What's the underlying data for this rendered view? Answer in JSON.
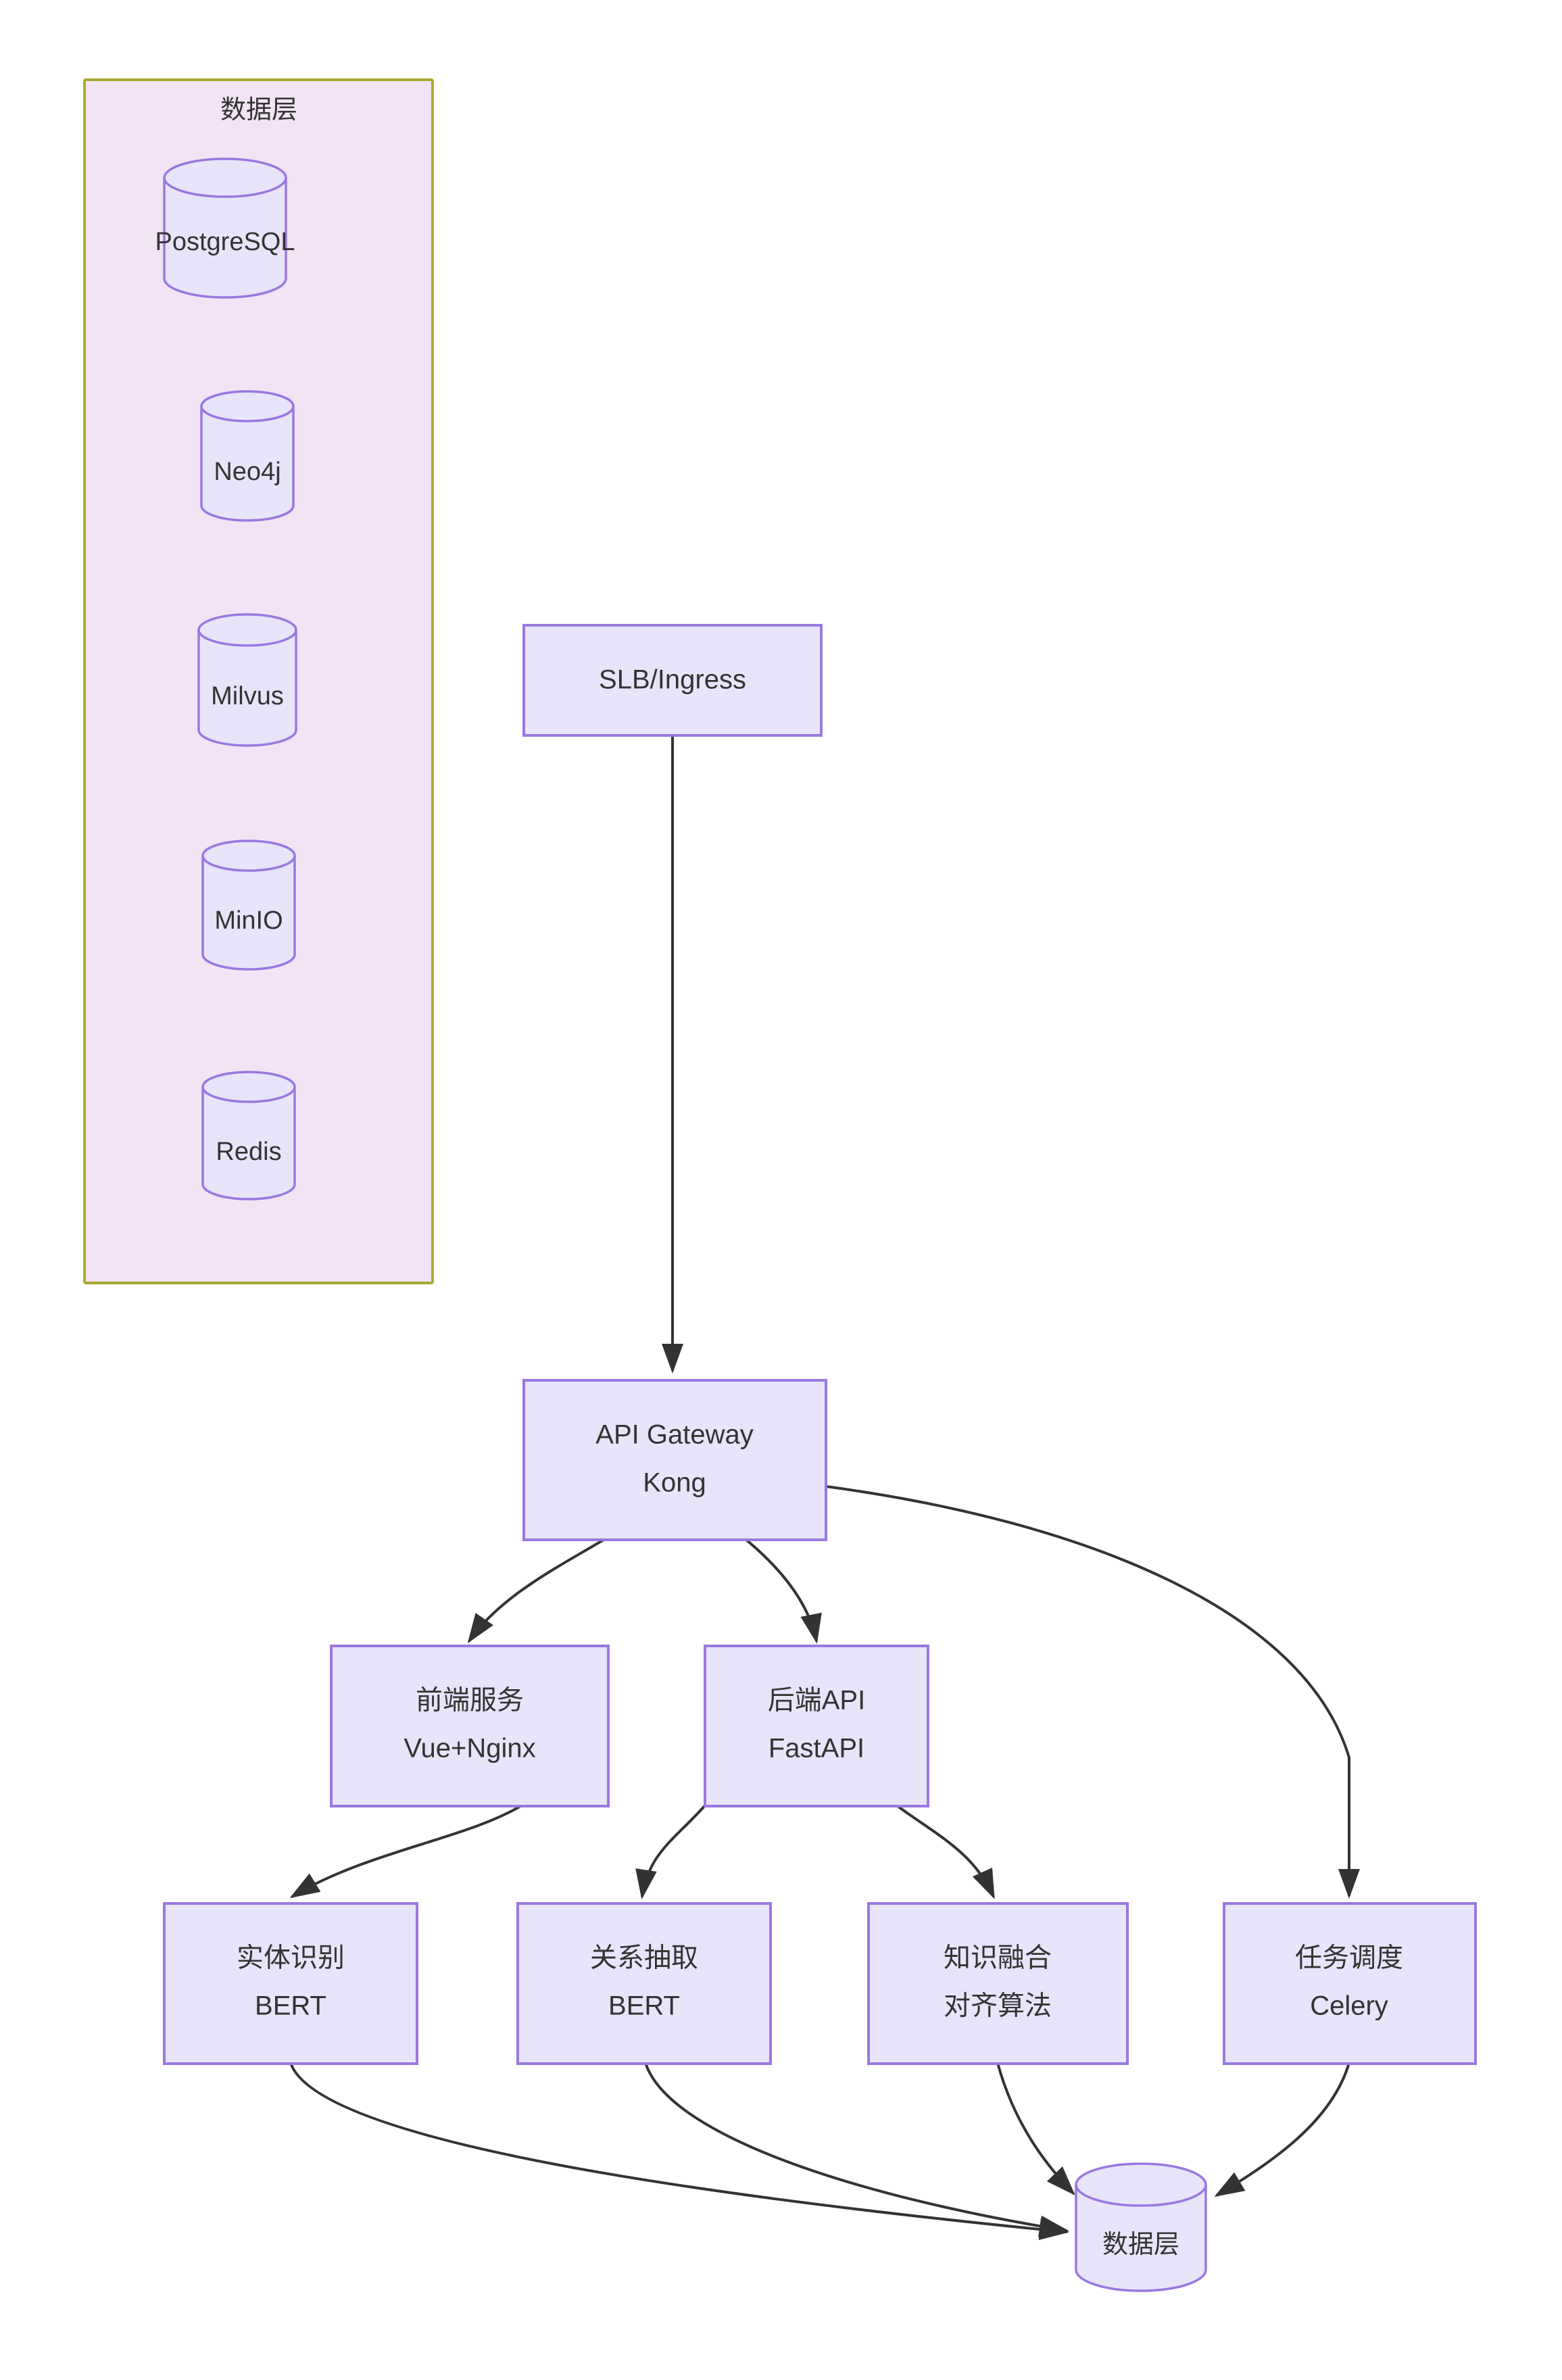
{
  "diagram": {
    "type": "flowchart",
    "direction": "top-down",
    "background": "#ffffff",
    "theme": {
      "node_fill": "#e8e4fa",
      "node_stroke": "#9a78e0",
      "subgraph_fill": "#f2e4f4",
      "subgraph_stroke": "#aaaa33",
      "edge_stroke": "#333333",
      "text_color": "#333333"
    },
    "subgraphs": [
      {
        "id": "data-layer-group",
        "title": "数据层",
        "nodes": [
          {
            "id": "postgresql",
            "label": "PostgreSQL",
            "shape": "cylinder"
          },
          {
            "id": "neo4j",
            "label": "Neo4j",
            "shape": "cylinder"
          },
          {
            "id": "milvus",
            "label": "Milvus",
            "shape": "cylinder"
          },
          {
            "id": "minio",
            "label": "MinIO",
            "shape": "cylinder"
          },
          {
            "id": "redis",
            "label": "Redis",
            "shape": "cylinder"
          }
        ]
      }
    ],
    "nodes": [
      {
        "id": "slb-ingress",
        "shape": "rect",
        "lines": [
          "SLB/Ingress"
        ]
      },
      {
        "id": "api-gateway",
        "shape": "rect",
        "lines": [
          "API Gateway",
          "Kong"
        ]
      },
      {
        "id": "frontend-service",
        "shape": "rect",
        "lines": [
          "前端服务",
          "Vue+Nginx"
        ]
      },
      {
        "id": "backend-api",
        "shape": "rect",
        "lines": [
          "后端API",
          "FastAPI"
        ]
      },
      {
        "id": "entity-recognition",
        "shape": "rect",
        "lines": [
          "实体识别",
          "BERT"
        ]
      },
      {
        "id": "relation-extraction",
        "shape": "rect",
        "lines": [
          "关系抽取",
          "BERT"
        ]
      },
      {
        "id": "knowledge-fusion",
        "shape": "rect",
        "lines": [
          "知识融合",
          "对齐算法"
        ]
      },
      {
        "id": "task-scheduler",
        "shape": "rect",
        "lines": [
          "任务调度",
          "Celery"
        ]
      },
      {
        "id": "data-layer-node",
        "shape": "cylinder",
        "lines": [
          "数据层"
        ]
      }
    ],
    "edges": [
      {
        "from": "slb-ingress",
        "to": "api-gateway"
      },
      {
        "from": "api-gateway",
        "to": "frontend-service"
      },
      {
        "from": "api-gateway",
        "to": "backend-api"
      },
      {
        "from": "api-gateway",
        "to": "task-scheduler"
      },
      {
        "from": "frontend-service",
        "to": "entity-recognition"
      },
      {
        "from": "backend-api",
        "to": "relation-extraction"
      },
      {
        "from": "backend-api",
        "to": "knowledge-fusion"
      },
      {
        "from": "entity-recognition",
        "to": "data-layer-node"
      },
      {
        "from": "relation-extraction",
        "to": "data-layer-node"
      },
      {
        "from": "knowledge-fusion",
        "to": "data-layer-node"
      },
      {
        "from": "task-scheduler",
        "to": "data-layer-node"
      }
    ]
  }
}
